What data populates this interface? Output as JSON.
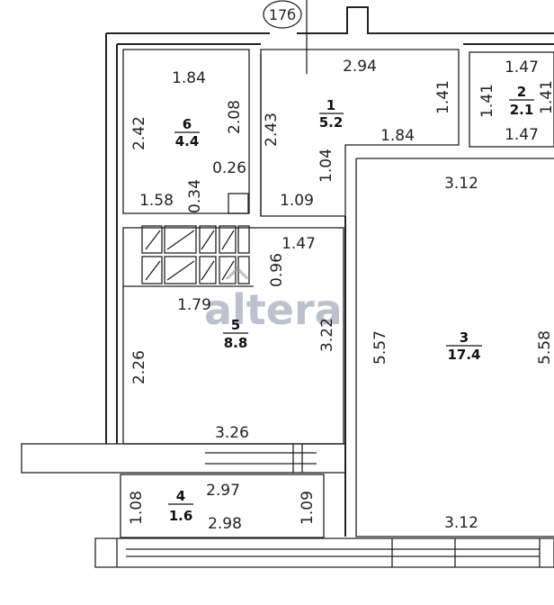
{
  "axis_label": "17б",
  "watermark": "altera",
  "rooms": [
    {
      "id": "room-1",
      "number": "1",
      "area": "5.2"
    },
    {
      "id": "room-2",
      "number": "2",
      "area": "2.1"
    },
    {
      "id": "room-3",
      "number": "3",
      "area": "17.4"
    },
    {
      "id": "room-4",
      "number": "4",
      "area": "1.6"
    },
    {
      "id": "room-5",
      "number": "5",
      "area": "8.8"
    },
    {
      "id": "room-6",
      "number": "6",
      "area": "4.4"
    }
  ],
  "dimensions": {
    "r6_top": "1.84",
    "r6_left": "2.42",
    "r6_right": "2.08",
    "r6_bottom": "1.58",
    "r6_034": "0.34",
    "r6_026": "0.26",
    "r1_top": "2.94",
    "r1_right": "1.41",
    "r1_left": "2.43",
    "r1_mid": "1.84",
    "r1_104": "1.04",
    "r1_109": "1.09",
    "r2_top": "1.47",
    "r2_left": "1.41",
    "r2_right": "1.41",
    "r2_bottom": "1.47",
    "r5_147": "1.47",
    "r5_096": "0.96",
    "r5_179": "1.79",
    "r5_right": "3.22",
    "r5_left": "2.26",
    "r5_bottom": "3.26",
    "r3_top": "3.12",
    "r3_left": "5.57",
    "r3_right": "5.58",
    "r3_bottom": "3.12",
    "r4_top": "2.97",
    "r4_bottom": "2.98",
    "r4_left": "1.08",
    "r4_right": "1.09"
  }
}
